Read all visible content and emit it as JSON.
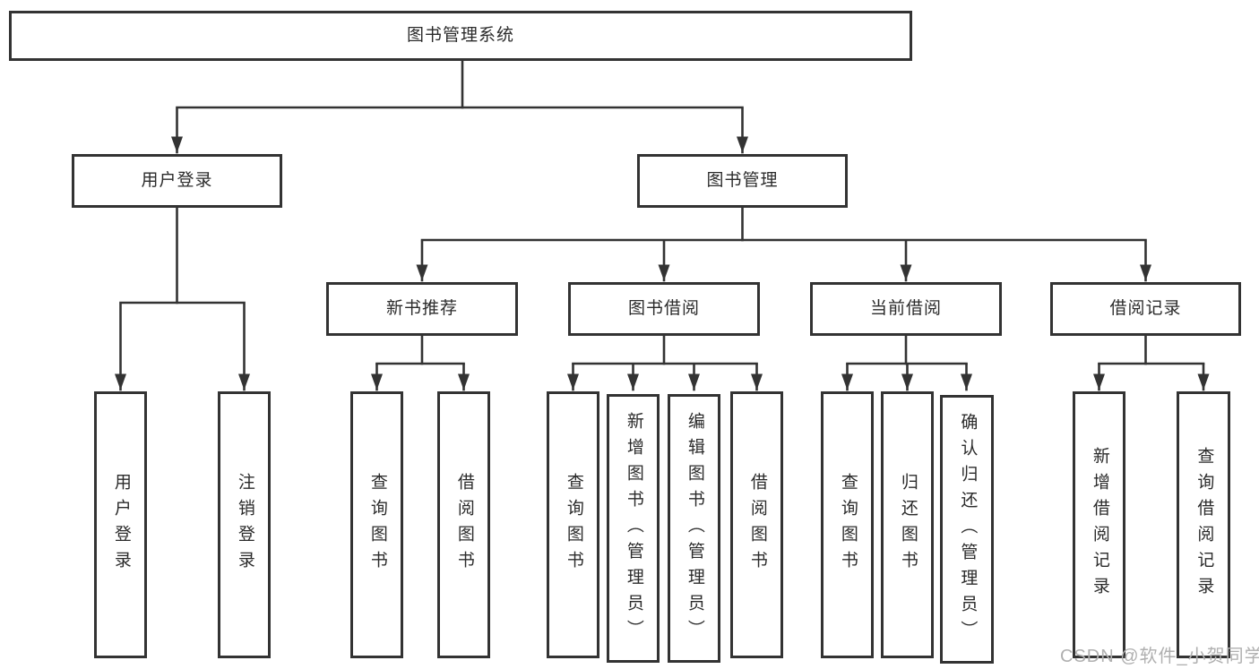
{
  "nodes": {
    "root": "图书管理系统",
    "level2": {
      "user_login": "用户登录",
      "book_manage": "图书管理"
    },
    "level3": {
      "new_books": "新书推荐",
      "book_borrow": "图书借阅",
      "current_borrow": "当前借阅",
      "borrow_records": "借阅记录"
    },
    "leaves": {
      "user_login": [
        "用户登录",
        "注销登录"
      ],
      "new_books": [
        "查询图书",
        "借阅图书"
      ],
      "book_borrow": [
        "查询图书",
        "新增图书（管理员）",
        "编辑图书（管理员）",
        "借阅图书"
      ],
      "current_borrow": [
        "查询图书",
        "归还图书",
        "确认归还（管理员）"
      ],
      "borrow_records": [
        "新增借阅记录",
        "查询借阅记录"
      ]
    }
  },
  "watermark": "CSDN @软件_小贺同学",
  "colors": {
    "line": "#333333",
    "box_border": "#333333",
    "text": "#2b2b2b",
    "background": "#ffffff",
    "watermark": "#b0b0b0"
  }
}
